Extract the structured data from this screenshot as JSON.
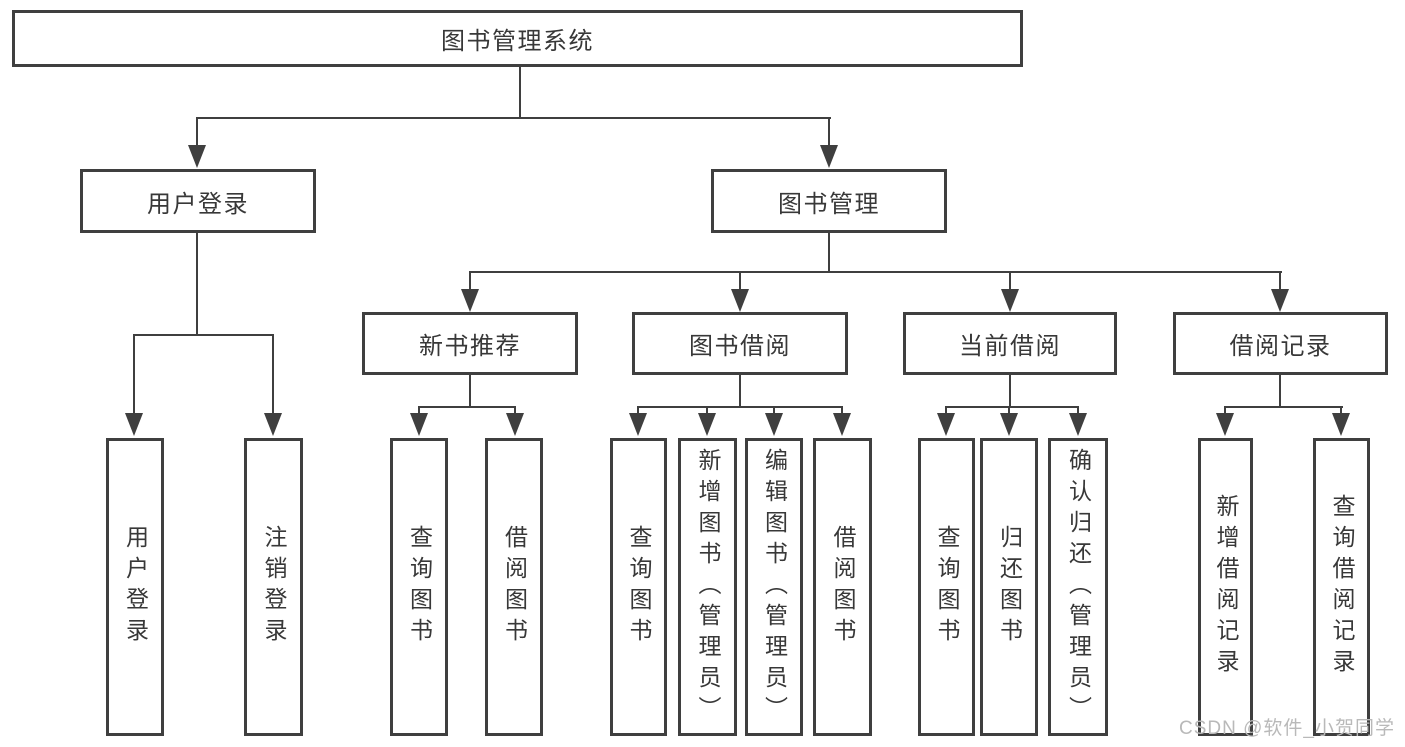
{
  "diagram": {
    "type": "hierarchy-tree",
    "colors": {
      "line": "#3f3f3f",
      "text": "#383838",
      "background": "#ffffff",
      "watermark": "#b9b9b9"
    },
    "tree": {
      "root": {
        "label": "图书管理系统"
      },
      "branches": [
        {
          "label": "用户登录",
          "children": [
            {
              "label": "用户登录"
            },
            {
              "label": "注销登录"
            }
          ]
        },
        {
          "label": "图书管理",
          "children": [
            {
              "label": "新书推荐",
              "children": [
                {
                  "label": "查询图书"
                },
                {
                  "label": "借阅图书"
                }
              ]
            },
            {
              "label": "图书借阅",
              "children": [
                {
                  "label": "查询图书"
                },
                {
                  "label": "新增图书（管理员）"
                },
                {
                  "label": "编辑图书（管理员）"
                },
                {
                  "label": "借阅图书"
                }
              ]
            },
            {
              "label": "当前借阅",
              "children": [
                {
                  "label": "查询图书"
                },
                {
                  "label": "归还图书"
                },
                {
                  "label": "确认归还（管理员）"
                }
              ]
            },
            {
              "label": "借阅记录",
              "children": [
                {
                  "label": "新增借阅记录"
                },
                {
                  "label": "查询借阅记录"
                }
              ]
            }
          ]
        }
      ]
    }
  },
  "watermark": {
    "text": "CSDN @软件_小贺同学"
  }
}
